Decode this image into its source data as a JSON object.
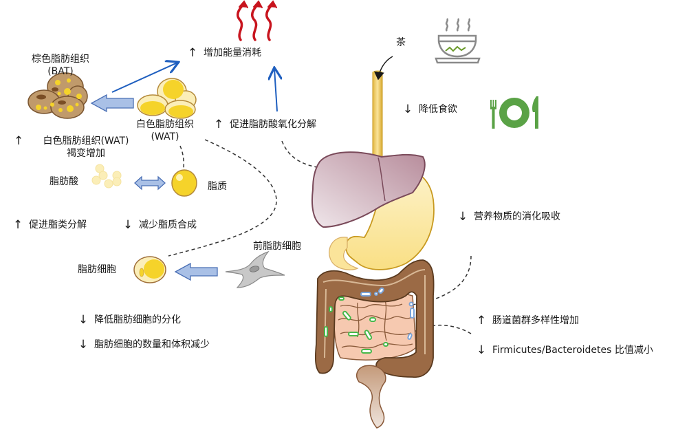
{
  "diagram": {
    "title": "茶对肥胖的作用机制示意图",
    "colors": {
      "blue_arrow": "#1f5fbf",
      "block_arrow_fill": "#a9c0e6",
      "block_arrow_stroke": "#4a6fb5",
      "heat": "#c8141e",
      "bat_cell": "#c09a6b",
      "bat_dots": "#f5d32a",
      "wat_cell": "#f7e49a",
      "wat_fill": "#f5d32a",
      "liver": "#b48a98",
      "stomach": "#fbe7a0",
      "colon": "#9b6a45",
      "small_intestine": "#f6c9b0",
      "tea_icon": "#8a8a8a",
      "plate_icon": "#5aa246",
      "bacteria_green": "#46b84a",
      "bacteria_blue": "#7aa3d8"
    },
    "labels": {
      "energy": {
        "arrow": "↑",
        "text": "增加能量消耗"
      },
      "fatty_acid_oxidation": {
        "arrow": "↑",
        "text": "促进脂肪酸氧化分解"
      },
      "bat": {
        "line1": "棕色脂肪组织",
        "line2": "(BAT)"
      },
      "wat": {
        "line1": "白色脂肪组织",
        "line2": "(WAT)"
      },
      "browning": {
        "arrow": "↑",
        "line1": "白色脂肪组织(WAT)",
        "line2": "褐变增加"
      },
      "fatty_acid": "脂肪酸",
      "lipid": "脂质",
      "lipolysis": {
        "arrow": "↑",
        "text": "促进脂类分解"
      },
      "lipogenesis": {
        "arrow": "↓",
        "text": "减少脂质合成"
      },
      "preadipocyte": "前脂肪细胞",
      "adipocyte": "脂肪细胞",
      "differentiation": {
        "arrow": "↓",
        "text": "降低脂肪细胞的分化"
      },
      "cell_count": {
        "arrow": "↓",
        "text": "脂肪细胞的数量和体积减少"
      },
      "tea": "茶",
      "appetite": {
        "arrow": "↓",
        "text": "降低食欲"
      },
      "digestion": {
        "arrow": "↓",
        "text": "营养物质的消化吸收"
      },
      "microbiota": {
        "arrow": "↑",
        "text": "肠道菌群多样性增加"
      },
      "fb_ratio": {
        "arrow": "↓",
        "text": "Firmicutes/Bacteroidetes 比值减小"
      }
    },
    "icons": [
      "heat-waves-icon",
      "tea-bowl-icon",
      "fork-plate-knife-icon",
      "preadipocyte-cell-icon",
      "adipocyte-cell-icon",
      "lipid-droplet-icon",
      "fatty-acid-icon",
      "bat-cells-icon",
      "wat-cells-icon",
      "digestive-tract-icon"
    ]
  }
}
